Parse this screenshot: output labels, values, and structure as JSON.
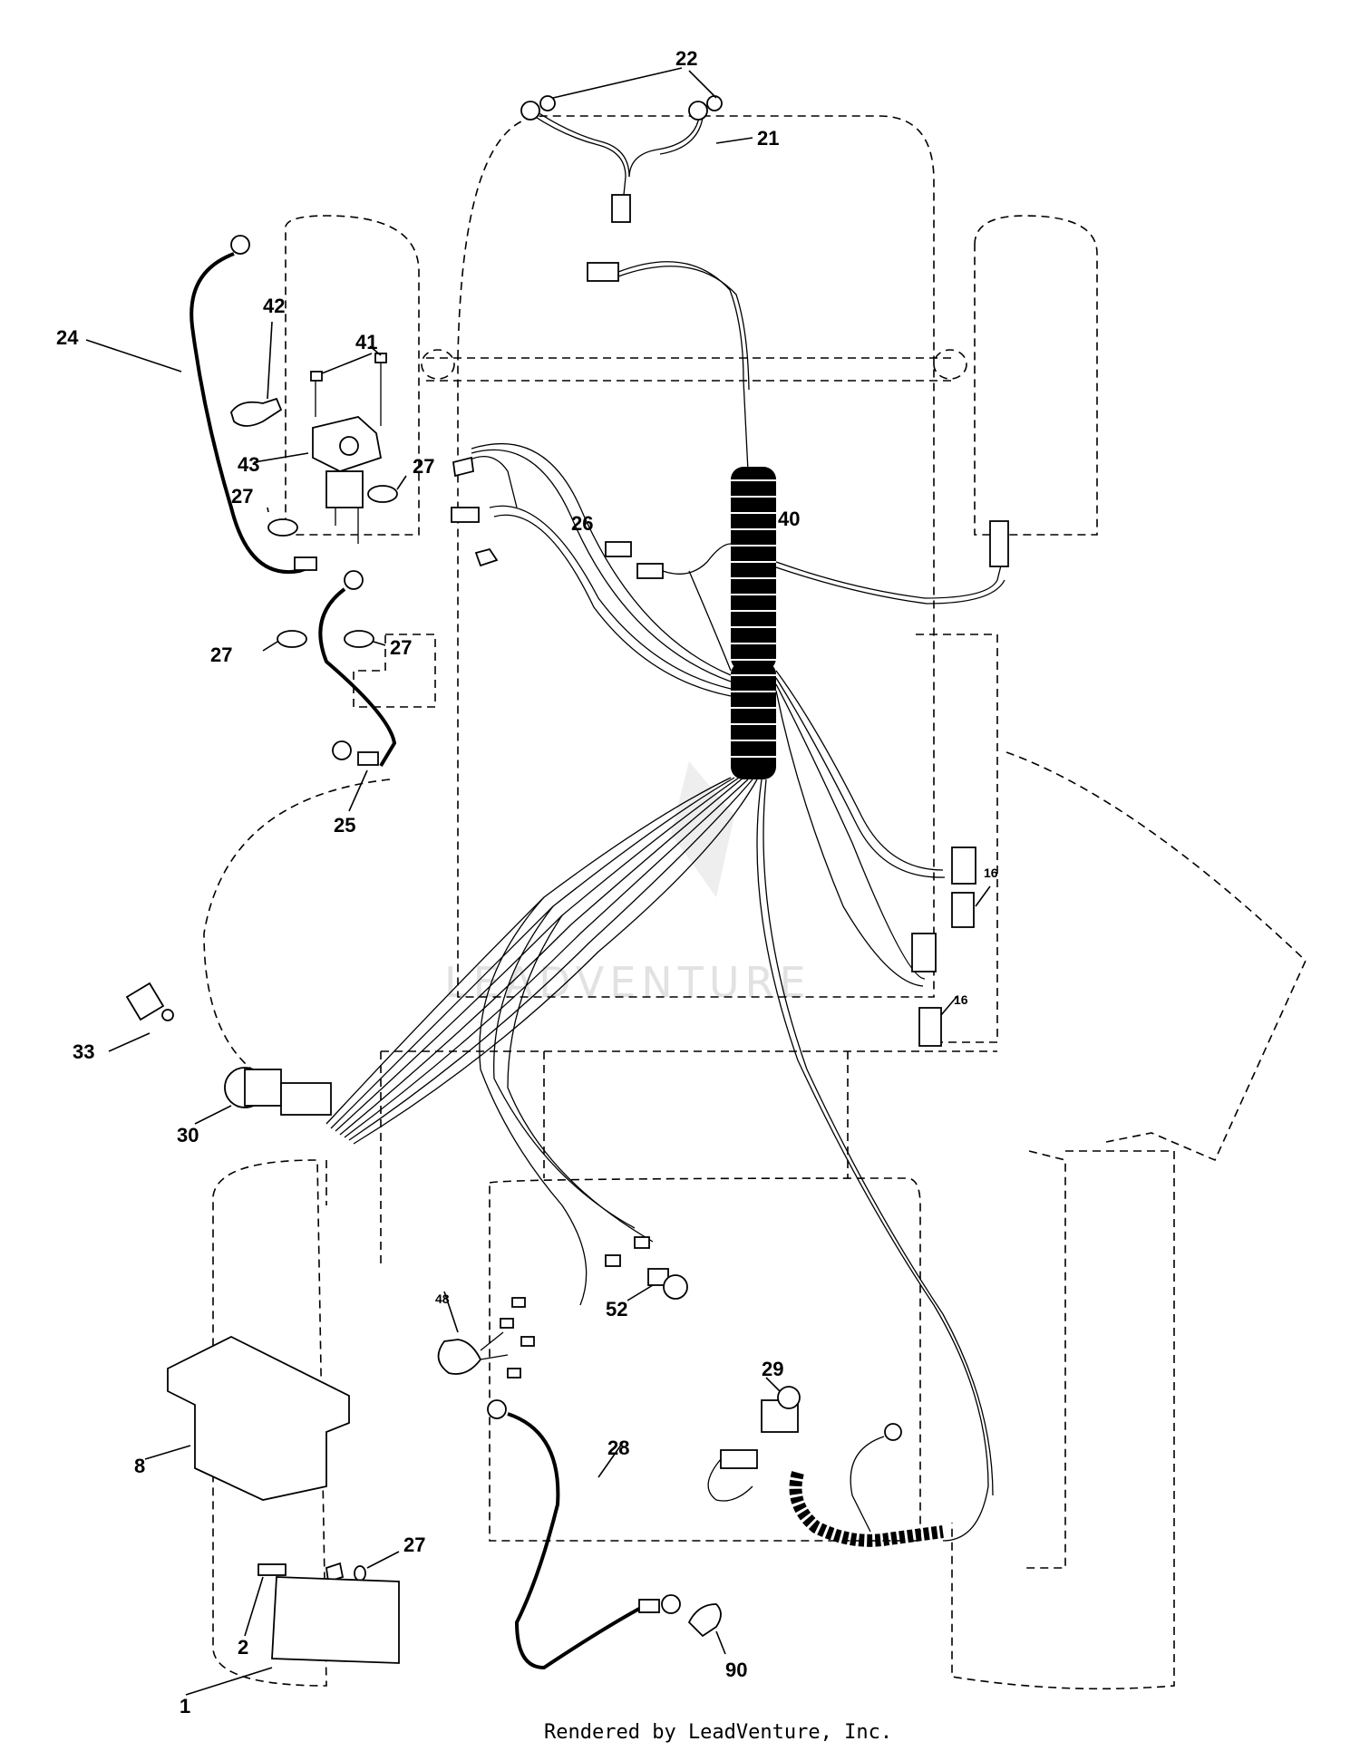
{
  "diagram": {
    "callouts": {
      "c22": "22",
      "c21": "21",
      "c24": "24",
      "c42": "42",
      "c41": "41",
      "c43": "43",
      "c27a": "27",
      "c27b": "27",
      "c27c": "27",
      "c27d": "27",
      "c27e": "27",
      "c26": "26",
      "c40": "40",
      "c25": "25",
      "c16a": "16",
      "c16b": "16",
      "c33": "33",
      "c30": "30",
      "c48": "48",
      "c52": "52",
      "c29": "29",
      "c28": "28",
      "c8": "8",
      "c2": "2",
      "c1": "1",
      "c90": "90"
    },
    "watermark": "LEADVENTURE",
    "footer": "Rendered by LeadVenture, Inc."
  }
}
